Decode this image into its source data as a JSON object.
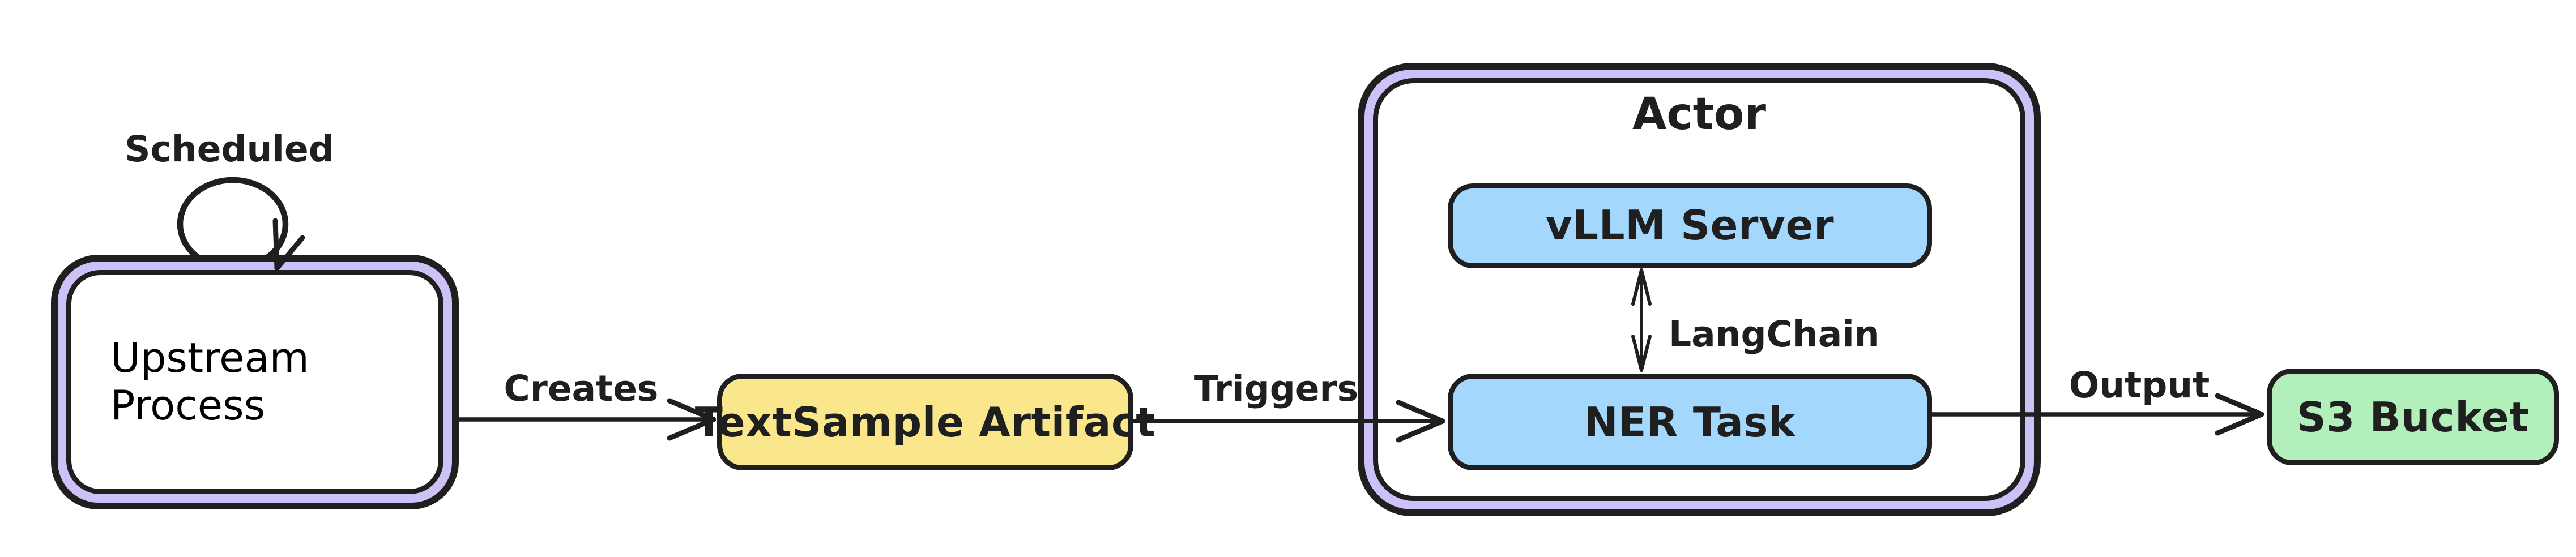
{
  "diagram": {
    "type": "flow-diagram",
    "style": "hand-drawn",
    "background": "#ffffff",
    "colors": {
      "stroke": "#1f1f1f",
      "purple_ring": "#cdc1f8",
      "yellow_fill": "#fae78c",
      "blue_fill": "#a3d7fc",
      "green_fill": "#b2efba",
      "white_fill": "#ffffff"
    },
    "nodes": {
      "upstream": {
        "label": "Upstream Process",
        "fill": "#ffffff",
        "border": "double black with purple ring"
      },
      "textsample": {
        "label": "TextSample Artifact",
        "fill": "#fae78c",
        "border": "black"
      },
      "actor": {
        "label": "Actor",
        "fill": "#ffffff",
        "border": "double black with purple ring",
        "role": "container"
      },
      "vllm": {
        "label": "vLLM Server",
        "fill": "#a3d7fc",
        "border": "black",
        "parent": "Actor"
      },
      "ner": {
        "label": "NER Task",
        "fill": "#a3d7fc",
        "border": "black",
        "parent": "Actor"
      },
      "s3": {
        "label": "S3 Bucket",
        "fill": "#b2efba",
        "border": "black"
      }
    },
    "edges": {
      "scheduled": {
        "label": "Scheduled",
        "from": "Upstream Process",
        "to": "Upstream Process",
        "type": "self-loop"
      },
      "creates": {
        "label": "Creates",
        "from": "Upstream Process",
        "to": "TextSample Artifact",
        "type": "arrow"
      },
      "triggers": {
        "label": "Triggers",
        "from": "TextSample Artifact",
        "to": "NER Task",
        "type": "arrow"
      },
      "langchain": {
        "label": "LangChain",
        "from": "vLLM Server",
        "to": "NER Task",
        "type": "double-headed-arrow"
      },
      "output": {
        "label": "Output",
        "from": "NER Task",
        "to": "S3 Bucket",
        "type": "arrow"
      }
    }
  }
}
